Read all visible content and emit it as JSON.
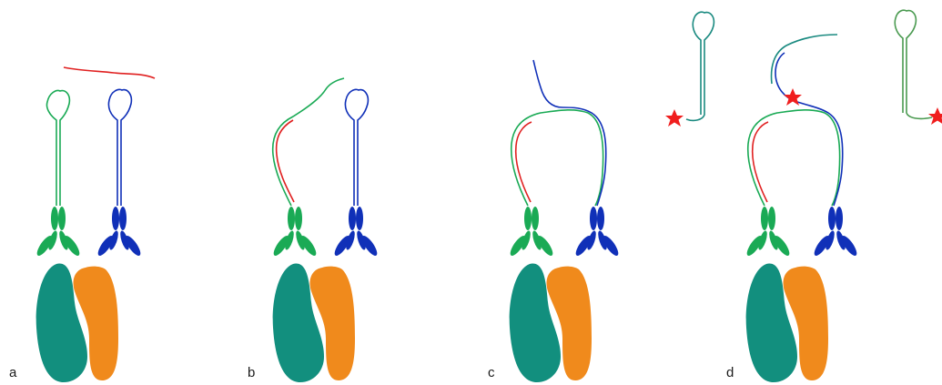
{
  "panels": [
    {
      "label": "a"
    },
    {
      "label": "b"
    },
    {
      "label": "c"
    },
    {
      "label": "d"
    }
  ],
  "colors": {
    "green": "#1aaa55",
    "blue": "#1030b8",
    "red": "#e02020",
    "teal": "#128f7e",
    "orange": "#f08a1c",
    "probe_teal": "#1a8a80",
    "probe_green": "#4a9a50",
    "star": "#f01e1e"
  }
}
